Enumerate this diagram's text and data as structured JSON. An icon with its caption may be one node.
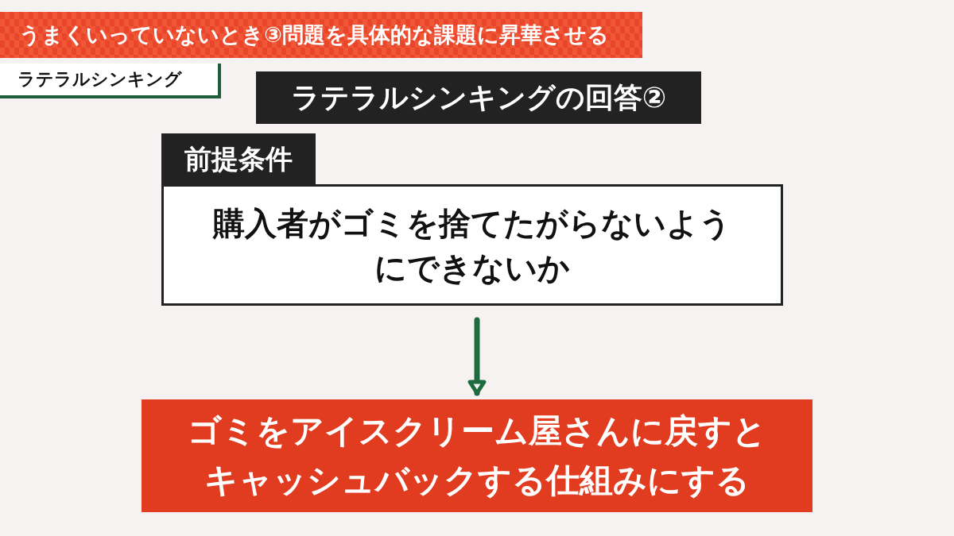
{
  "diagram": {
    "title": "うまくいっていないとき③問題を具体的な課題に昇華させる",
    "nodes": [
      {
        "text": [
          "購入者がゴミを捨てたがらないようにできないか"
        ],
        "beside": [
          "前提条件"
        ]
      },
      {
        "text": [
          "ゴミをアイスクリーム屋さんに戻すとキャッシュバックする仕組みにする"
        ]
      }
    ],
    "edges": [
      {
        "from": 0,
        "to": 1,
        "arrow": "to",
        "color": "#1e6b3f"
      }
    ],
    "labels": [
      "ラテラルシンキング",
      "ラテラルシンキングの回答②"
    ]
  }
}
